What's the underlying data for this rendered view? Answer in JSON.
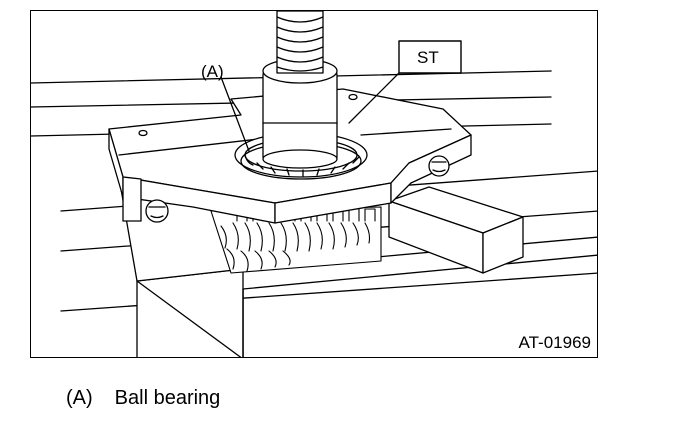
{
  "figure": {
    "callouts": {
      "a": "(A)",
      "st": "ST"
    },
    "reference_code": "AT-01969"
  },
  "caption": {
    "key": "(A)",
    "text": "Ball bearing"
  }
}
